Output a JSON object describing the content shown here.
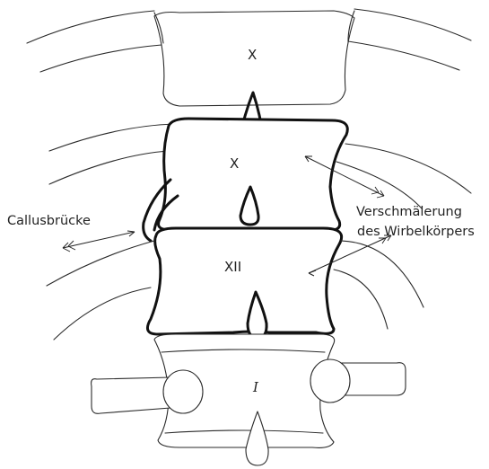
{
  "vertebrae": {
    "upper": "X",
    "middle": "X",
    "lower": "XII",
    "lumbar": "I"
  },
  "labels": {
    "callus": "Callusbrücke",
    "narrowing_line1": "Verschmälerung",
    "narrowing_line2": "des Wirbelkörpers"
  }
}
